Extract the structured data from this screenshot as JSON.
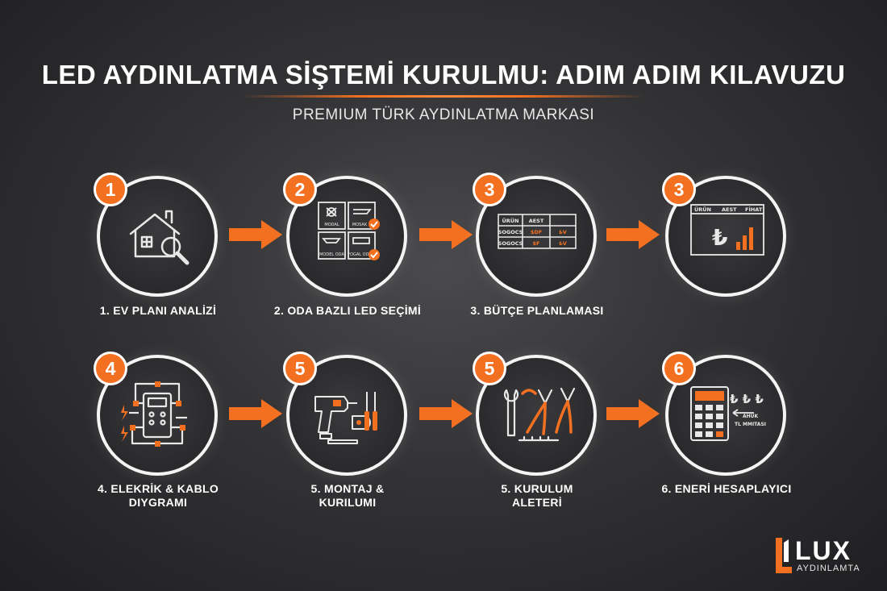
{
  "header": {
    "title": "LED AYDINLATMA SİŞTEMİ KURULMU: ADIM ADIM KILAVUZU",
    "subtitle": "PREMIUM TÜRK AYDINLATMA MARKASI"
  },
  "colors": {
    "accent": "#f37021",
    "ring": "#f4f4f4",
    "background": "#2c2c2e"
  },
  "steps": [
    {
      "badge": "1",
      "label": "1. EV PLANI ANALİZİ",
      "icon": "house-search-icon"
    },
    {
      "badge": "2",
      "label": "2. ODA BAZLI LED SEÇİMİ",
      "icon": "room-selection-icon",
      "icon_texts": [
        "MODAL",
        "MOSAK",
        "MODEL ODA",
        "FOGAL ODA"
      ]
    },
    {
      "badge": "3",
      "label": "3. BÜTÇE PLANLAMASI",
      "icon": "budget-table-icon",
      "icon_texts": [
        "ÜRÜN",
        "AEST",
        "SOGOCS",
        "SOGOCS",
        "$DF",
        "$F",
        "₺V",
        "₺V"
      ]
    },
    {
      "badge": "3",
      "label": "",
      "icon": "price-chart-icon",
      "icon_texts": [
        "ÜRÜN",
        "AEST",
        "FİHAT",
        "₺"
      ]
    },
    {
      "badge": "4",
      "label_lines": [
        "4. ELEKRİK & KABLO",
        "DIYGRAMI"
      ],
      "icon": "wiring-diagram-icon"
    },
    {
      "badge": "5",
      "label_lines": [
        "5. MONTAJ &",
        "KURILUMI"
      ],
      "icon": "drill-tools-icon"
    },
    {
      "badge": "5",
      "label_lines": [
        "5. KURULUM",
        "ALETERİ"
      ],
      "icon": "hand-tools-icon"
    },
    {
      "badge": "6",
      "label": "6. ENERİ HESAPLAYICI",
      "icon": "calculator-icon",
      "icon_texts": [
        "₺ ₺ ₺",
        "AHUK",
        "TL MMITASI"
      ]
    }
  ],
  "logo": {
    "brand": "LUX",
    "sub": "AYDINLAMTA",
    "icon": "lux-l-logo-icon"
  }
}
